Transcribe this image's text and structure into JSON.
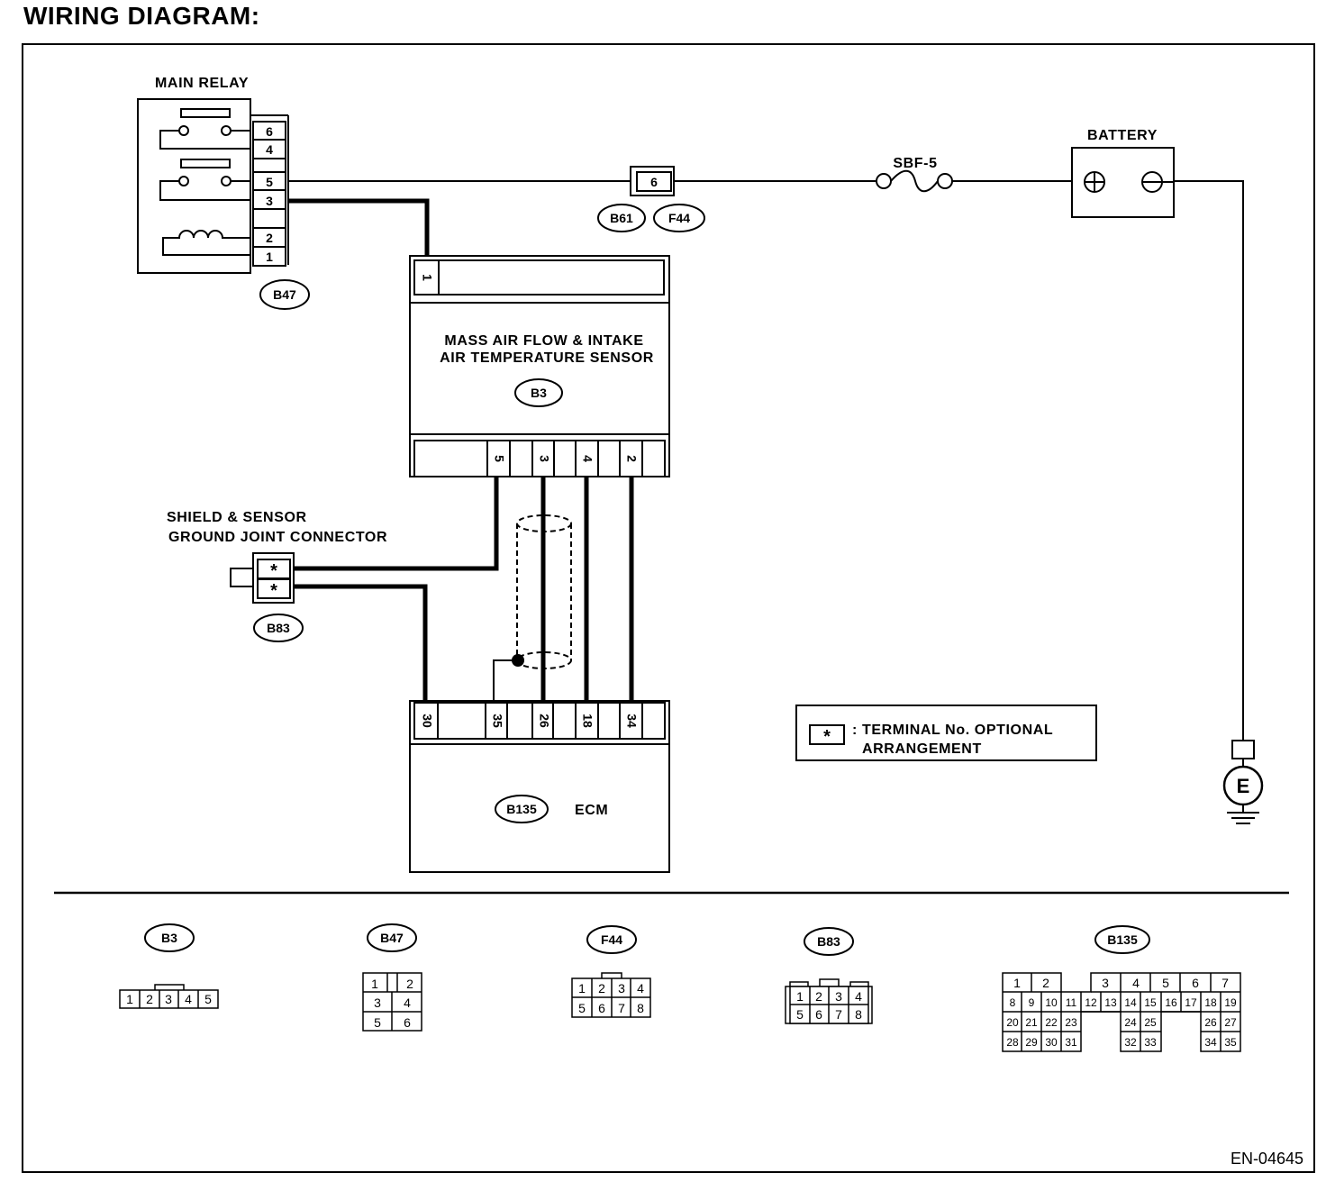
{
  "title": "WIRING DIAGRAM:",
  "figure_code": "EN-04645",
  "components": {
    "main_relay": {
      "label": "MAIN RELAY",
      "connector": "B47",
      "pins": [
        "6",
        "4",
        "5",
        "3",
        "2",
        "1"
      ]
    },
    "maf_sensor": {
      "label_line1": "MASS AIR FLOW & INTAKE",
      "label_line2": "AIR TEMPERATURE SENSOR",
      "connector": "B3",
      "top_pin": "1",
      "bottom_pins": [
        "5",
        "3",
        "4",
        "2"
      ]
    },
    "joint_connector": {
      "label_line1": "SHIELD & SENSOR",
      "label_line2": "GROUND JOINT CONNECTOR",
      "connector": "B83",
      "pins": [
        "*",
        "*"
      ]
    },
    "ecm": {
      "label": "ECM",
      "connector": "B135",
      "pins": [
        "30",
        "35",
        "26",
        "18",
        "34"
      ]
    },
    "inline_connector": {
      "pin": "6",
      "connectors": [
        "B61",
        "F44"
      ]
    },
    "fuse": {
      "label": "SBF-5"
    },
    "battery": {
      "label": "BATTERY"
    },
    "ground": {
      "label": "E"
    }
  },
  "legend": {
    "symbol": "*",
    "line1": ": TERMINAL No. OPTIONAL",
    "line2": "ARRANGEMENT"
  },
  "connector_views": [
    {
      "id": "B3",
      "rows": [
        [
          "1",
          "2",
          "3",
          "4",
          "5"
        ]
      ]
    },
    {
      "id": "B47",
      "rows": [
        [
          "1",
          "",
          "2"
        ],
        [
          "3",
          "4"
        ],
        [
          "5",
          "6"
        ]
      ]
    },
    {
      "id": "F44",
      "rows": [
        [
          "1",
          "2",
          "3",
          "4"
        ],
        [
          "5",
          "6",
          "7",
          "8"
        ]
      ]
    },
    {
      "id": "B83",
      "rows": [
        [
          "1",
          "2",
          "3",
          "4"
        ],
        [
          "5",
          "6",
          "7",
          "8"
        ]
      ]
    },
    {
      "id": "B135",
      "rows": [
        [
          "1",
          "2",
          "3",
          "4",
          "5",
          "6",
          "7"
        ],
        [
          "8",
          "9",
          "10",
          "11",
          "12",
          "13",
          "14",
          "15",
          "16",
          "17",
          "18",
          "19"
        ],
        [
          "20",
          "21",
          "22",
          "23",
          "24",
          "25",
          "26",
          "27"
        ],
        [
          "28",
          "29",
          "30",
          "31",
          "32",
          "33",
          "34",
          "35"
        ]
      ]
    }
  ]
}
